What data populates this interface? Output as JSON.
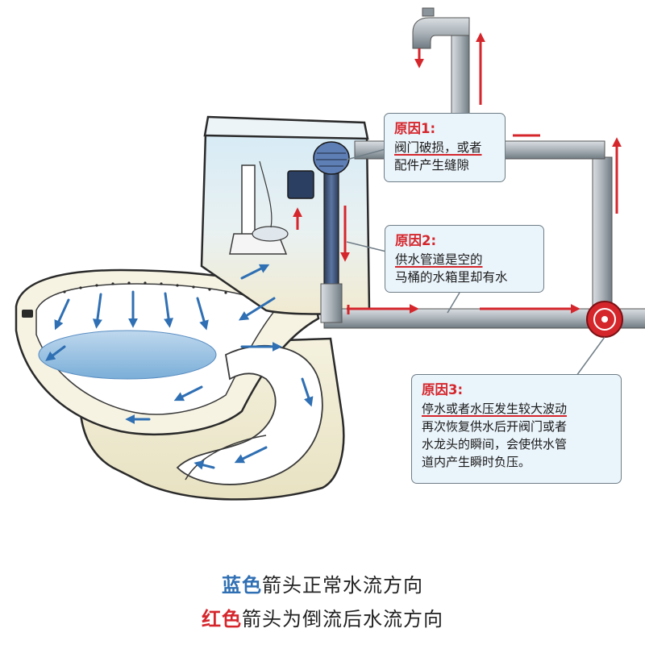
{
  "callouts": {
    "c1": {
      "title": "原因1:",
      "line1": "阀门破损，或者",
      "line2": "配件产生缝隙"
    },
    "c2": {
      "title": "原因2:",
      "line1": "供水管道是空的",
      "line2": "马桶的水箱里却有水"
    },
    "c3": {
      "title": "原因3:",
      "line1": "停水或者水压发生较大波动",
      "line2": "再次恢复供水后开阀门或者",
      "line3": "水龙头的瞬间，会使供水管",
      "line4": "道内产生瞬时负压。"
    }
  },
  "legend": {
    "blue_word": "蓝色",
    "blue_rest": "箭头正常水流方向",
    "red_word": "红色",
    "red_rest": "箭头为倒流后水流方向"
  },
  "colors": {
    "normal_flow_blue": "#2f6fb3",
    "reverse_flow_red": "#d5262c",
    "pipe_gray": "#9aa3aa",
    "callout_fill": "#eaf4fb"
  }
}
